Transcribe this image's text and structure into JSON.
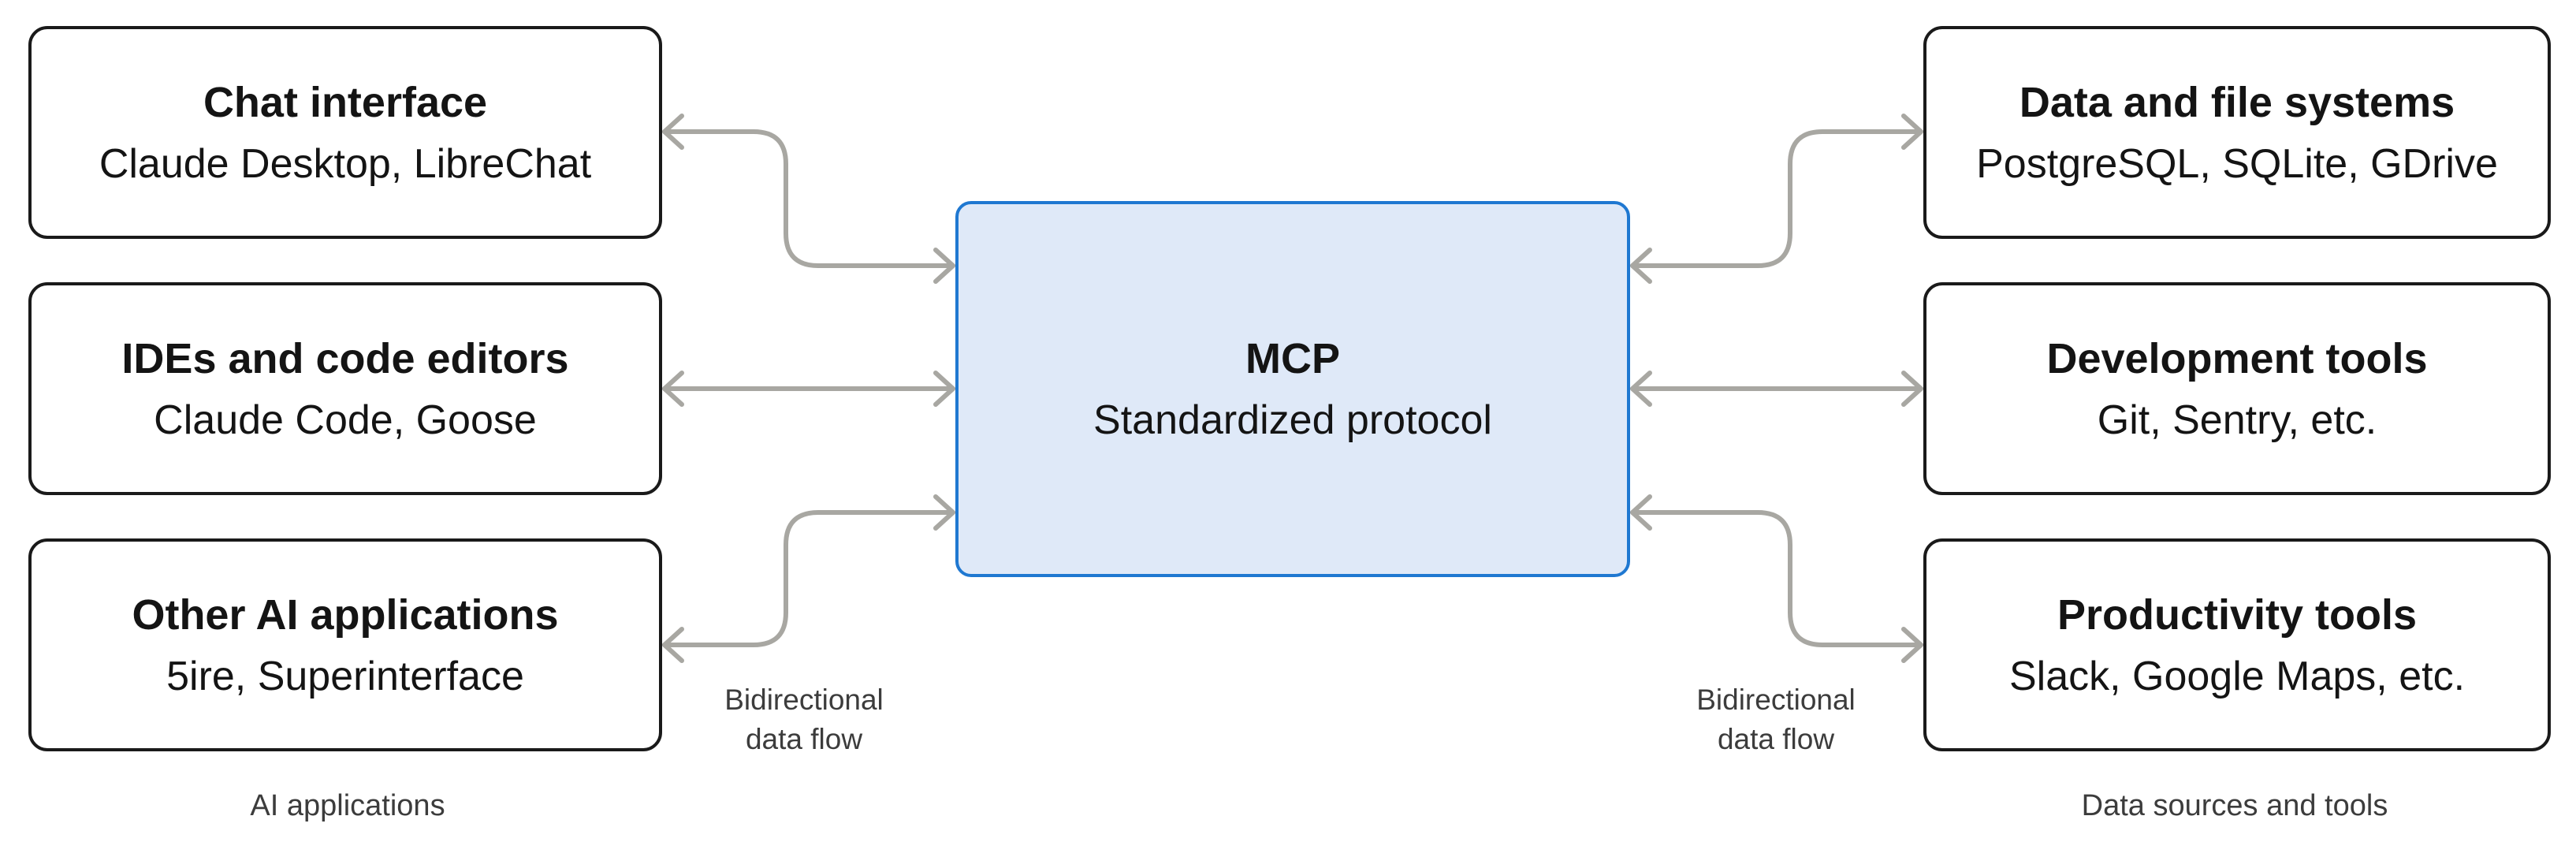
{
  "center": {
    "title": "MCP",
    "subtitle": "Standardized protocol"
  },
  "left_column": {
    "caption": "AI applications",
    "boxes": [
      {
        "title": "Chat interface",
        "subtitle": "Claude Desktop, LibreChat"
      },
      {
        "title": "IDEs and code editors",
        "subtitle": "Claude Code, Goose"
      },
      {
        "title": "Other AI applications",
        "subtitle": "5ire, Superinterface"
      }
    ]
  },
  "right_column": {
    "caption": "Data sources and tools",
    "boxes": [
      {
        "title": "Data and file systems",
        "subtitle": "PostgreSQL, SQLite, GDrive"
      },
      {
        "title": "Development tools",
        "subtitle": "Git, Sentry, etc."
      },
      {
        "title": "Productivity tools",
        "subtitle": "Slack, Google Maps, etc."
      }
    ]
  },
  "flow_labels": {
    "left": "Bidirectional\ndata flow",
    "right": "Bidirectional\ndata flow"
  },
  "colors": {
    "mcp_fill": "#dfe9f8",
    "mcp_border": "#1f78d1",
    "box_border": "#1a1a1a",
    "arrow": "#a8a7a2",
    "label_text": "#3c3c3c",
    "box_text": "#141414"
  }
}
